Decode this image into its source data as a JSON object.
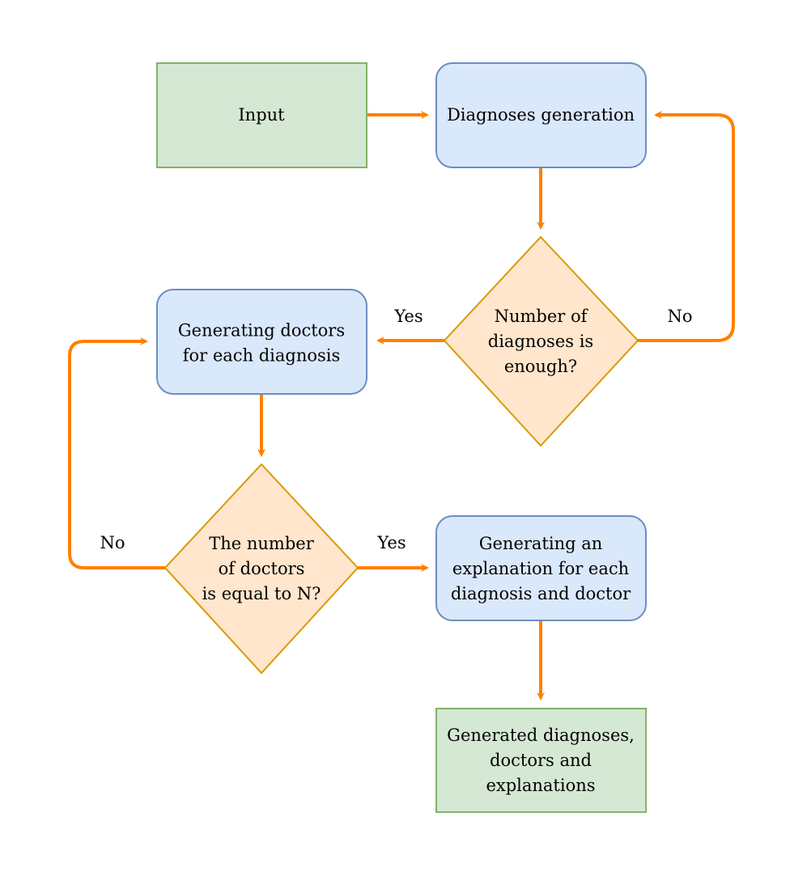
{
  "colors": {
    "arrow": "#FF8000",
    "io_fill": "#D5E8D4",
    "io_stroke": "#82B366",
    "process_fill": "#DAE8FC",
    "process_stroke": "#6C8EBF",
    "decision_fill": "#FFE6CC",
    "decision_stroke": "#D79B00"
  },
  "nodes": {
    "input": {
      "lines": [
        "Input"
      ]
    },
    "diagnoses_generation": {
      "lines": [
        "Diagnoses generation"
      ]
    },
    "enough_check": {
      "lines": [
        "Number of",
        "diagnoses is",
        "enough?"
      ]
    },
    "generating_doctors": {
      "lines": [
        "Generating doctors",
        "for each diagnosis"
      ]
    },
    "doctors_check": {
      "lines": [
        "The number",
        "of doctors",
        "is equal to N?"
      ]
    },
    "generating_explanation": {
      "lines": [
        "Generating an",
        "explanation for each",
        "diagnosis and doctor"
      ]
    },
    "output": {
      "lines": [
        "Generated diagnoses,",
        "doctors and",
        "explanations"
      ]
    }
  },
  "edge_labels": {
    "enough_yes": "Yes",
    "enough_no": "No",
    "doctors_yes": "Yes",
    "doctors_no": "No"
  }
}
